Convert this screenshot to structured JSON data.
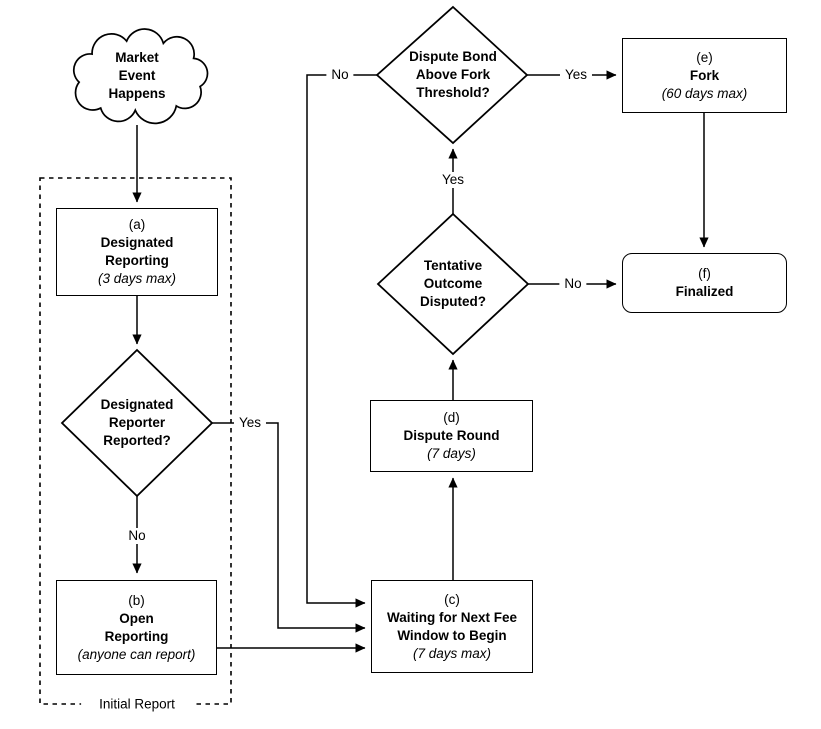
{
  "diagram": {
    "background_color": "#ffffff",
    "stroke_color": "#000000",
    "text_color": "#000000",
    "start_cloud": {
      "lines": [
        "Market",
        "Event",
        "Happens"
      ]
    },
    "group_box": {
      "label": "Initial Report"
    },
    "nodes": {
      "designated_reporting": {
        "tag": "(a)",
        "title_lines": [
          "Designated",
          "Reporting"
        ],
        "note": "(3 days max)"
      },
      "open_reporting": {
        "tag": "(b)",
        "title_lines": [
          "Open",
          "Reporting"
        ],
        "note": "(anyone can report)"
      },
      "waiting_fee_window": {
        "tag": "(c)",
        "title_lines": [
          "Waiting for Next Fee",
          "Window to Begin"
        ],
        "note": "(7 days max)"
      },
      "dispute_round": {
        "tag": "(d)",
        "title_lines": [
          "Dispute Round"
        ],
        "note": "(7 days)"
      },
      "fork": {
        "tag": "(e)",
        "title_lines": [
          "Fork"
        ],
        "note": "(60 days max)"
      },
      "finalized": {
        "tag": "(f)",
        "title_lines": [
          "Finalized"
        ]
      }
    },
    "decisions": {
      "designated_reporter_reported": {
        "lines": [
          "Designated",
          "Reporter",
          "Reported?"
        ]
      },
      "dispute_bond_above_fork_threshold": {
        "lines": [
          "Dispute Bond",
          "Above Fork",
          "Threshold?"
        ]
      },
      "tentative_outcome_disputed": {
        "lines": [
          "Tentative",
          "Outcome",
          "Disputed?"
        ]
      }
    },
    "edge_labels": {
      "designated_reporter_yes": "Yes",
      "designated_reporter_no": "No",
      "fork_threshold_no": "No",
      "fork_threshold_yes": "Yes",
      "tentative_outcome_yes": "Yes",
      "tentative_outcome_no": "No"
    }
  }
}
